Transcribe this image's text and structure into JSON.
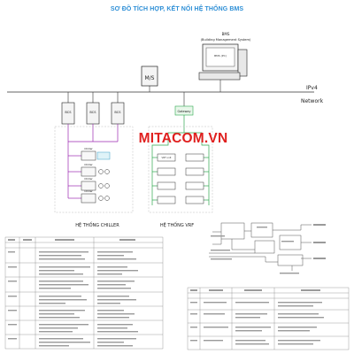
{
  "title": "SƠ ĐỒ TÍCH HỢP, KẾT NỐI HỆ THỐNG BMS",
  "watermark": "MITACOM.VN",
  "colors": {
    "title": "#2e8fd6",
    "watermark": "#e0201f",
    "chiller_link": "#9b27b0",
    "vrf_link": "#2fa84f",
    "bus": "#333333"
  },
  "network": {
    "protocol_label": "IPv4",
    "network_label": "Network"
  },
  "workstation": {
    "heading": "BMS",
    "subtitle": "(Building Management System)",
    "screen_text": "BMS (PC)"
  },
  "server": {
    "label": "M/S"
  },
  "controllers": {
    "bcs_labels": [
      "BCS",
      "BCS",
      "BCS"
    ],
    "gateway_label": "Gateway",
    "vrf_unit_label": "VRF unit"
  },
  "chiller_units": [
    {
      "label": "Chiller"
    },
    {
      "label": "Chiller"
    },
    {
      "label": "Chiller"
    },
    {
      "label": "Chiller"
    }
  ],
  "groups": {
    "chiller": "HỆ THỐNG CHILLER",
    "vrf": "HỆ THỐNG VRF"
  }
}
